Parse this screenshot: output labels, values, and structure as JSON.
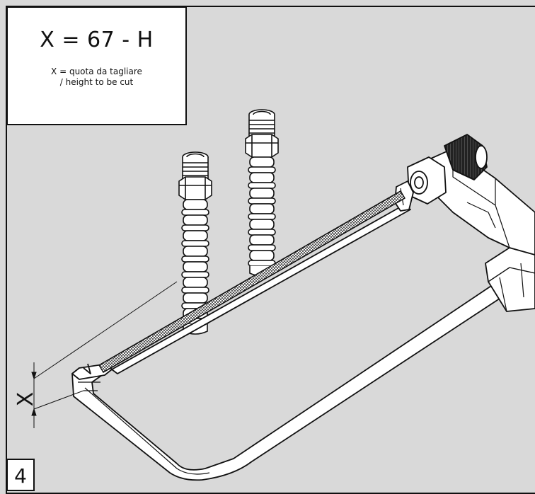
{
  "formula_panel": {
    "formula": "X = 67 - H",
    "note_line_1": "X = quota da tagliare",
    "note_line_2": "/ height to be cut"
  },
  "dimension": {
    "label": "X"
  },
  "step": {
    "number": "4"
  },
  "colors": {
    "background": "#d9d9d9",
    "line": "#111111",
    "part_fill": "#ffffff"
  },
  "figure": {
    "subject": "hacksaw cutting threaded corrugated pipe fittings",
    "fitting_count": 2
  }
}
